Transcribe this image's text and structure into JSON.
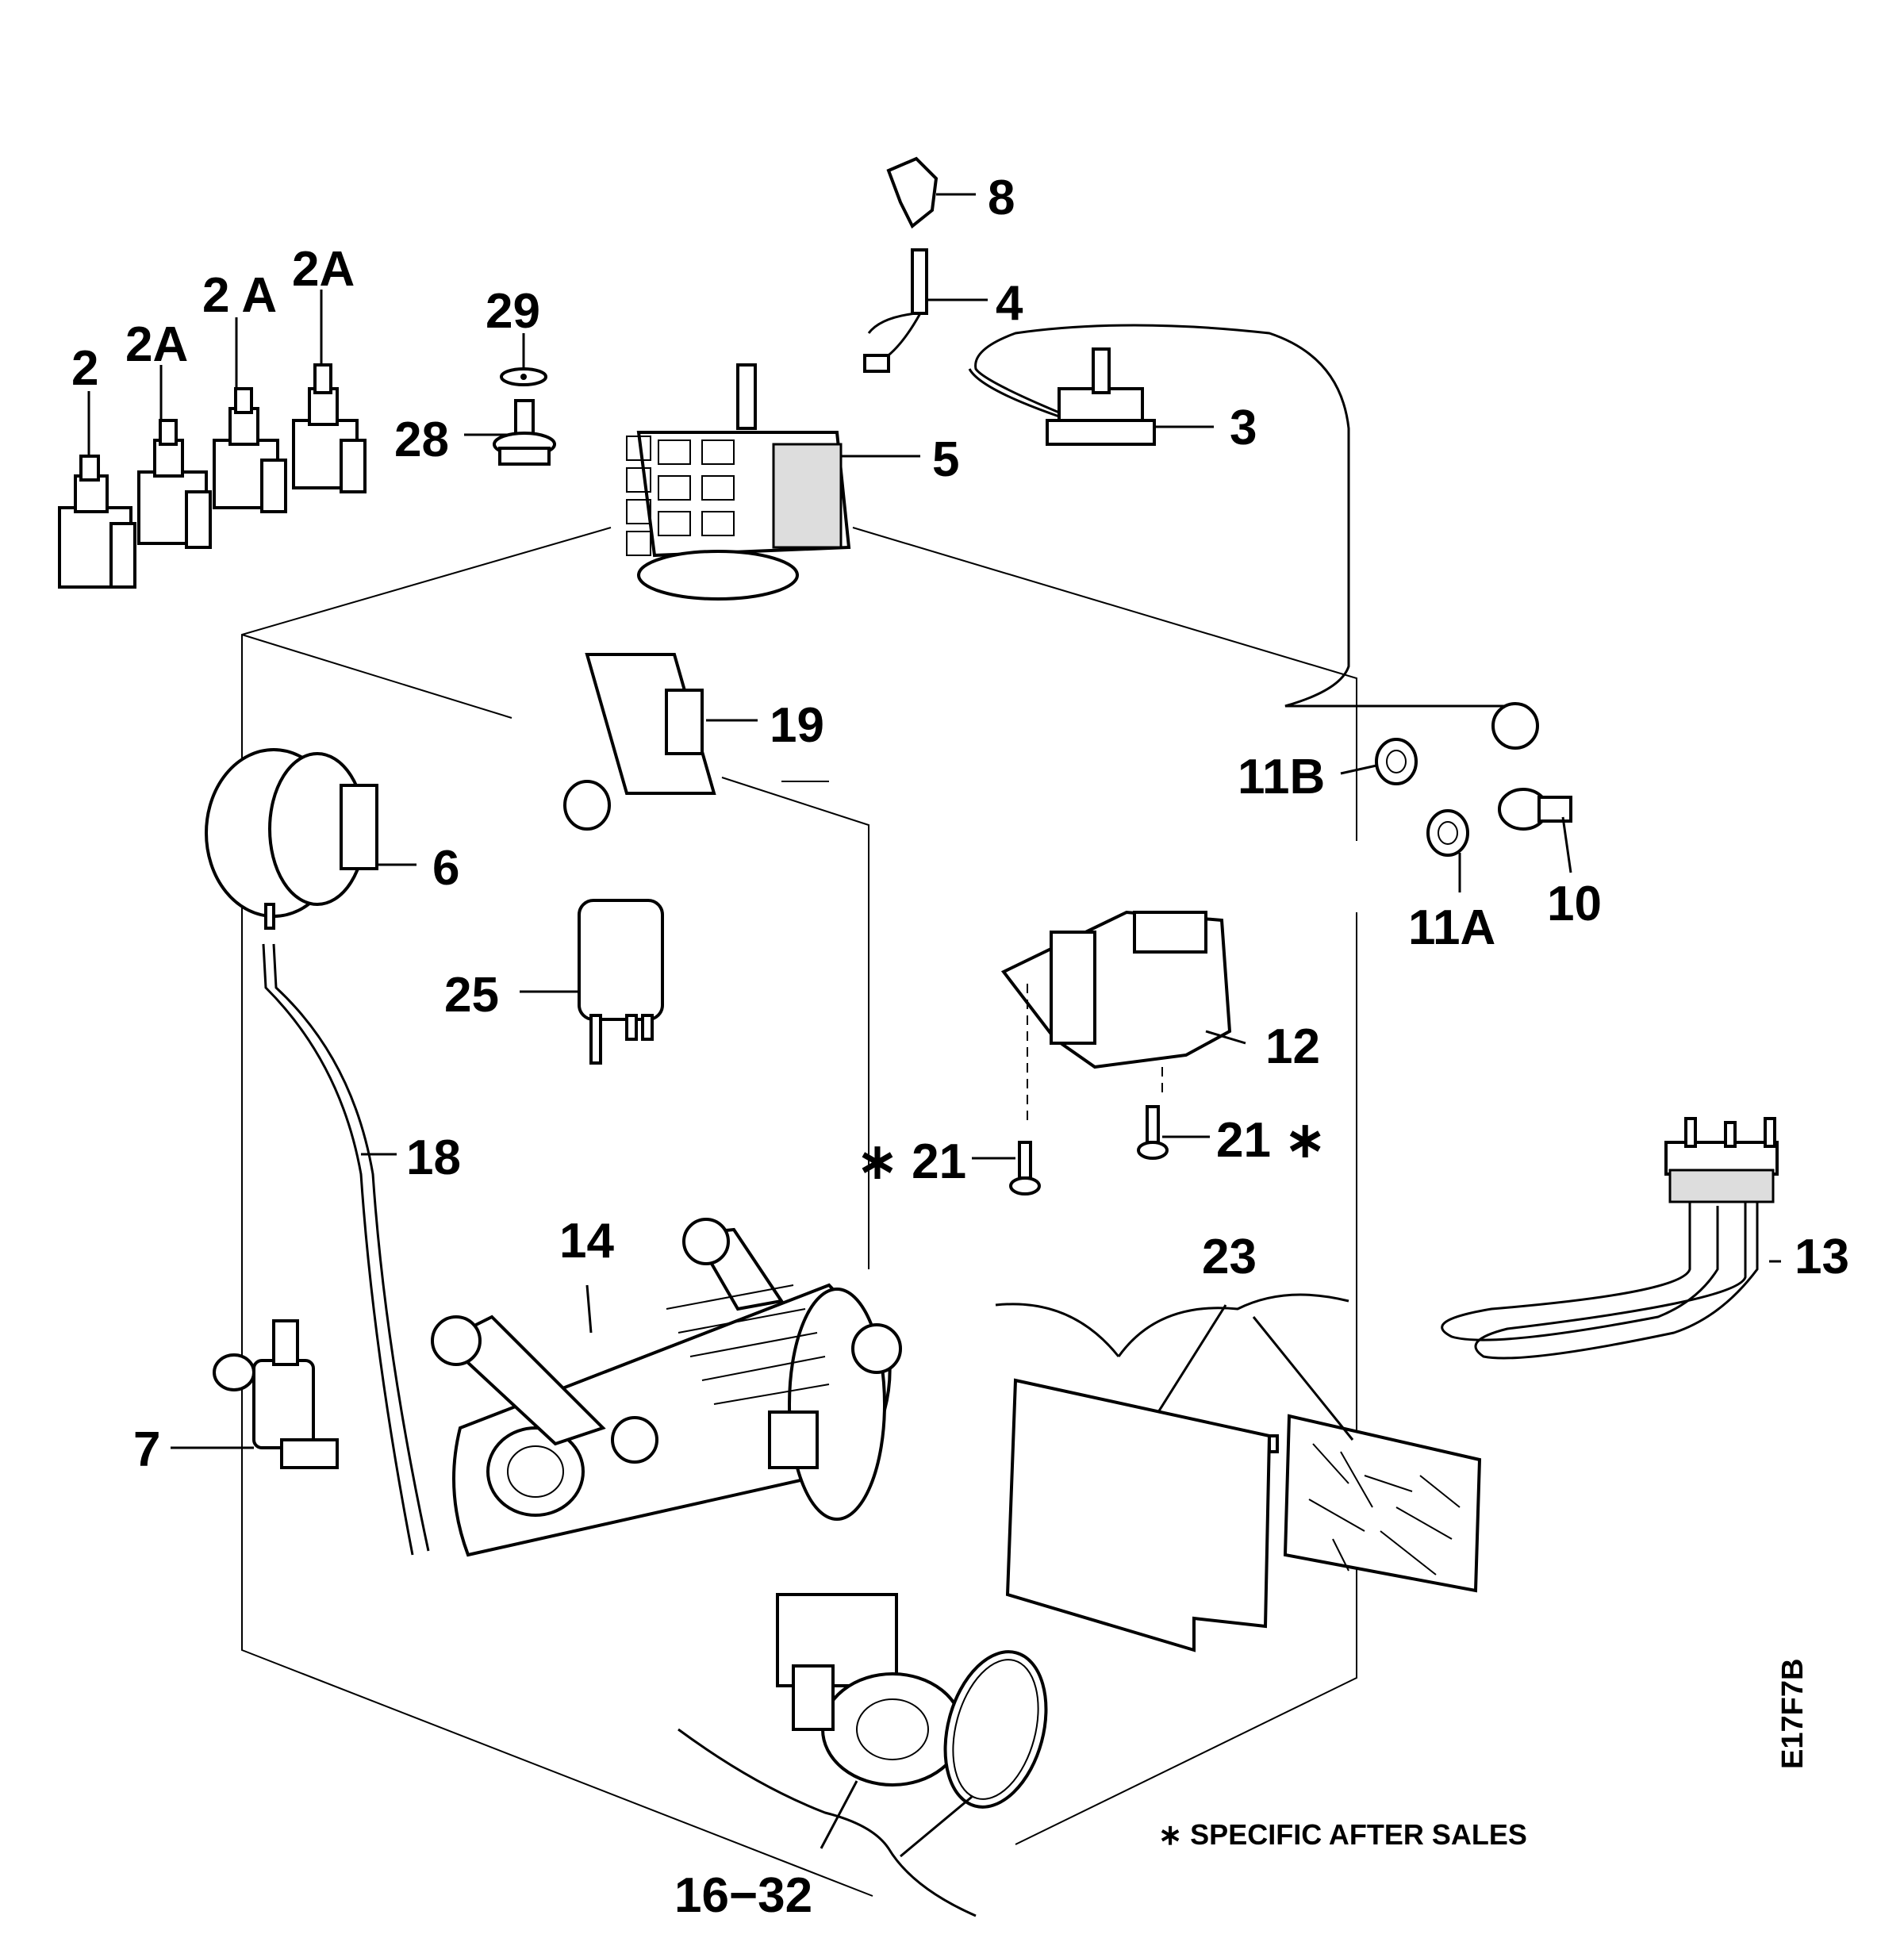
{
  "labels": {
    "l2": "2",
    "l2a1": "2A",
    "l2a2": "2 A",
    "l2a3": "2A",
    "l29": "29",
    "l28": "28",
    "l8": "8",
    "l4": "4",
    "l5": "5",
    "l3": "3",
    "l19": "19",
    "l6": "6",
    "l11b": "11B",
    "l11a": "11A",
    "l10": "10",
    "l25": "25",
    "l12": "12",
    "l18": "18",
    "l21a": "∗ 21",
    "l21b": "21 ∗",
    "l14": "14",
    "l13": "13",
    "l23": "23",
    "l7": "7",
    "l1632": "16−32"
  },
  "note": "∗ SPECIFIC AFTER SALES",
  "code": "E17F7B"
}
